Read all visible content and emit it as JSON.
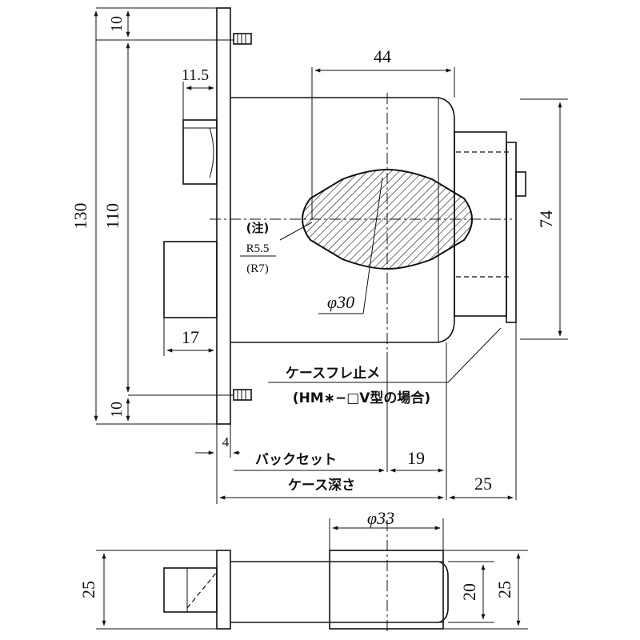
{
  "front_view": {
    "dims": {
      "top_10": "10",
      "overall_130": "130",
      "inner_110": "110",
      "bottom_10": "10",
      "tab_11_5": "11.5",
      "lower_17": "17",
      "depth_44": "44",
      "height_74": "74",
      "flange_4": "4",
      "dim_19": "19",
      "dim_25": "25",
      "phi_30": "φ30",
      "phi_33": "φ33"
    },
    "notes": {
      "note_prefix": "(注)",
      "radius_a": "R5.5",
      "radius_b": "(R7)",
      "stopper_label": "ケースフレ止メ",
      "stopper_model": "(HM∗−□V型の場合)",
      "backset_label": "バックセット",
      "case_depth_label": "ケース深さ"
    }
  },
  "bottom_view": {
    "dims": {
      "left_25": "25",
      "right_20": "20",
      "right_25": "25"
    }
  }
}
